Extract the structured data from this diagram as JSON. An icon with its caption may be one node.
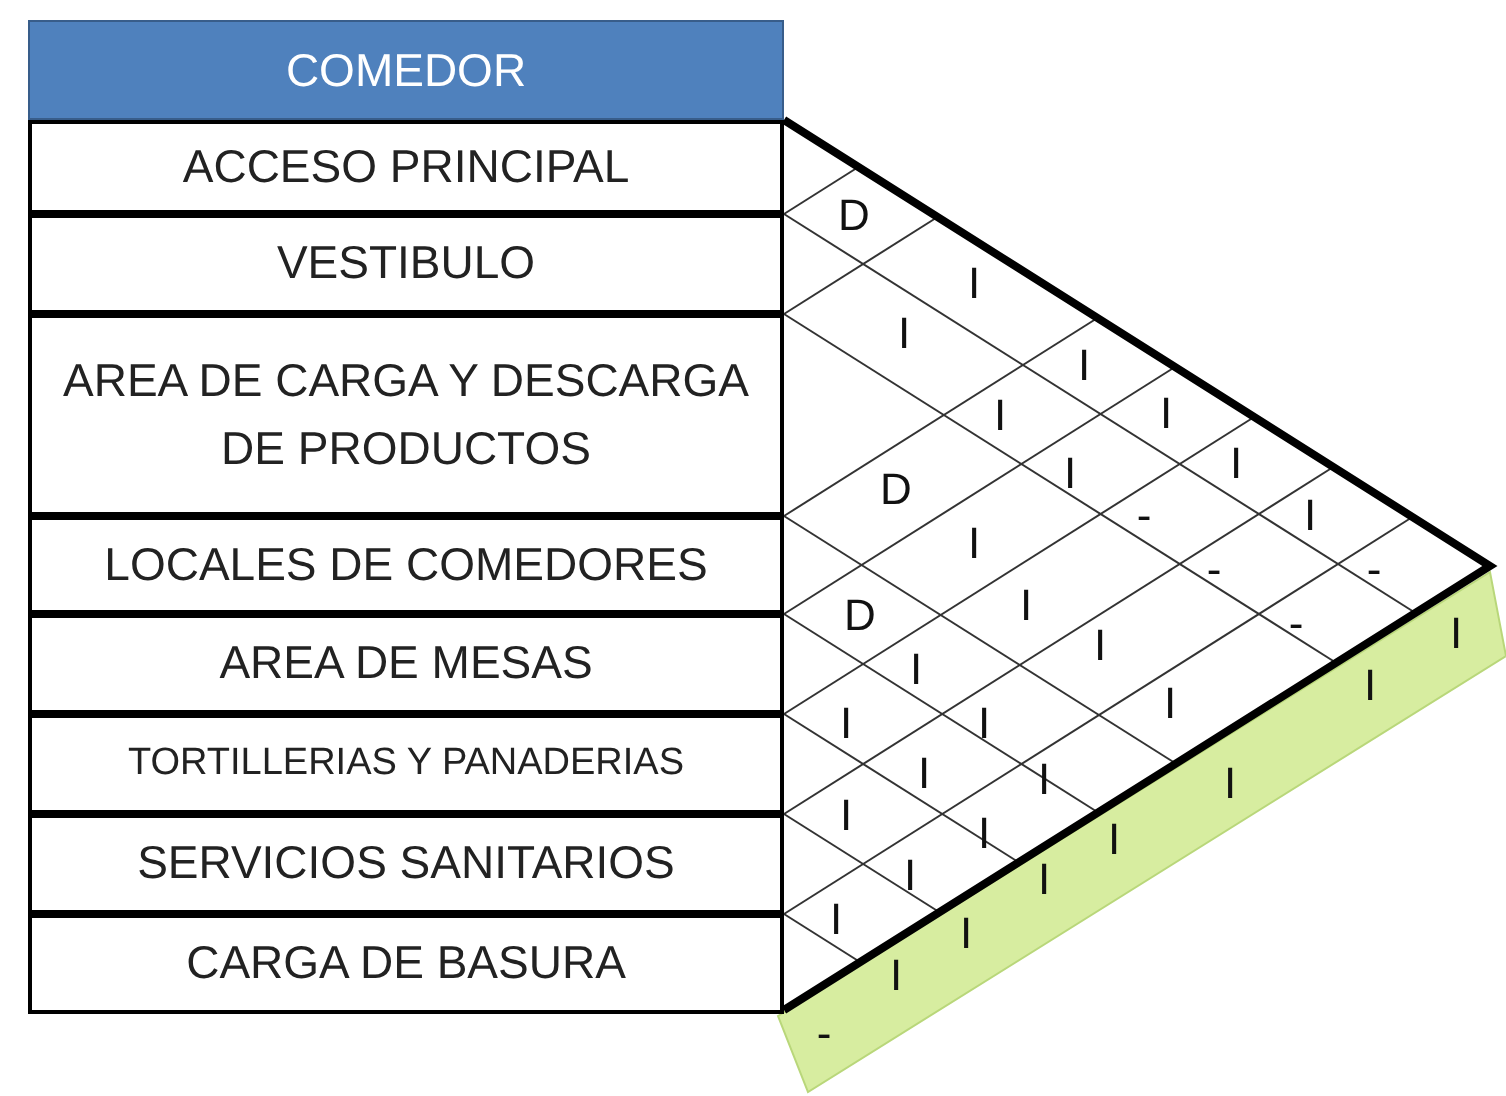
{
  "diagram": {
    "title": "COMEDOR",
    "nodes": [
      {
        "text": [
          "ACCESO PRINCIPAL"
        ]
      },
      {
        "text": [
          "VESTIBULO"
        ]
      },
      {
        "text": [
          "AREA DE CARGA Y DESCARGA DE PRODUCTOS"
        ]
      },
      {
        "text": [
          "LOCALES DE COMEDORES"
        ]
      },
      {
        "text": [
          "AREA DE MESAS"
        ]
      },
      {
        "text": [
          "TORTILLERIAS  Y PANADERIAS"
        ]
      },
      {
        "text": [
          "SERVICIOS  SANITARIOS"
        ]
      },
      {
        "text": [
          "CARGA DE BASURA"
        ]
      }
    ],
    "labels": [
      "D",
      "I",
      "I",
      "I",
      "I",
      "I",
      "I",
      "I",
      "D",
      "-",
      "I",
      "I",
      "-",
      "-",
      "I",
      "D",
      "-",
      "I",
      "I",
      "I",
      "I",
      "I",
      "I",
      "I",
      "I",
      "I",
      "I",
      "I",
      "I",
      "I",
      "I",
      "I",
      "I",
      "I",
      "I",
      "-"
    ]
  }
}
